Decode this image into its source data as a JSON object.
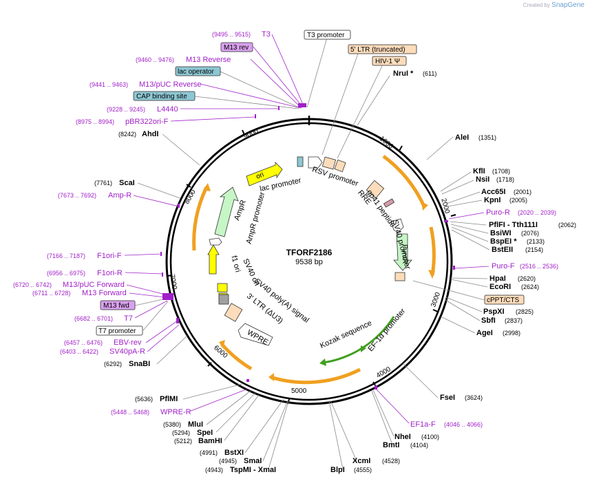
{
  "credit": {
    "prefix": "Created by",
    "brand": "SnapGene"
  },
  "plasmid": {
    "name": "TFORF2186",
    "length": "9538 bp"
  },
  "ticks": [
    "1000",
    "2000",
    "3000",
    "4000",
    "5000",
    "6000",
    "7000",
    "8000",
    "9000"
  ],
  "labels": [
    {
      "range": "(9495 .. 9515)",
      "name": "T3",
      "color": "purple"
    },
    {
      "name": "T3 promoter",
      "box": "white"
    },
    {
      "name": "M13 rev",
      "box": "purple"
    },
    {
      "name": "5' LTR (truncated)",
      "box": "peach"
    },
    {
      "range": "(9460 .. 9476)",
      "name": "M13 Reverse",
      "color": "purple"
    },
    {
      "name": "HIV-1 Ψ",
      "box": "peach"
    },
    {
      "name": "lac operator",
      "box": "teal"
    },
    {
      "name": "NruI *",
      "pos": "(611)",
      "color": "black"
    },
    {
      "range": "(9441 .. 9463)",
      "name": "M13/pUC Reverse",
      "color": "purple"
    },
    {
      "name": "CAP binding site",
      "box": "teal"
    },
    {
      "range": "(9228 .. 9245)",
      "name": "L4440",
      "color": "purple"
    },
    {
      "range": "(8975 .. 8994)",
      "name": "pBR322ori-F",
      "color": "purple"
    },
    {
      "pos": "(8242)",
      "name": "AhdI",
      "color": "black"
    },
    {
      "name": "AleI",
      "pos": "(1351)",
      "color": "black"
    },
    {
      "name": "KflI",
      "pos": "(1708)",
      "color": "black"
    },
    {
      "name": "NsiI",
      "pos": "(1718)",
      "color": "black"
    },
    {
      "pos": "(7761)",
      "name": "ScaI",
      "color": "black"
    },
    {
      "name": "Acc65I",
      "pos": "(2001)",
      "color": "black"
    },
    {
      "range": "(7673 .. 7692)",
      "name": "Amp-R",
      "color": "purple"
    },
    {
      "name": "KpnI",
      "pos": "(2005)",
      "color": "black"
    },
    {
      "name": "Puro-R",
      "pos": "(2020 .. 2039)",
      "color": "purple"
    },
    {
      "name": "PflFI - Tth111I",
      "pos": "(2062)",
      "color": "black"
    },
    {
      "name": "BsiWI",
      "pos": "(2076)",
      "color": "black"
    },
    {
      "name": "BspEI *",
      "pos": "(2133)",
      "color": "black"
    },
    {
      "name": "BstEII",
      "pos": "(2154)",
      "color": "black"
    },
    {
      "range": "(7166 .. 7187)",
      "name": "F1ori-F",
      "color": "purple"
    },
    {
      "name": "Puro-F",
      "pos": "(2516 .. 2536)",
      "color": "purple"
    },
    {
      "range": "(6956 .. 6975)",
      "name": "F1ori-R",
      "color": "purple"
    },
    {
      "name": "HpaI",
      "pos": "(2620)",
      "color": "black"
    },
    {
      "name": "EcoRI",
      "pos": "(2624)",
      "color": "black"
    },
    {
      "range": "(6720 .. 6742)",
      "name": "M13/pUC Forward",
      "color": "purple"
    },
    {
      "range": "(6711 .. 6728)",
      "name": "M13 Forward",
      "color": "purple"
    },
    {
      "name": "cPPT/CTS",
      "box": "peach"
    },
    {
      "name": "M13 fwd",
      "box": "purple"
    },
    {
      "name": "PspXI",
      "pos": "(2825)",
      "color": "black"
    },
    {
      "range": "(6682 .. 6701)",
      "name": "T7",
      "color": "purple"
    },
    {
      "name": "SbfI",
      "pos": "(2837)",
      "color": "black"
    },
    {
      "name": "T7 promoter",
      "box": "white"
    },
    {
      "name": "AgeI",
      "pos": "(2998)",
      "color": "black"
    },
    {
      "range": "(6457 .. 6476)",
      "name": "EBV-rev",
      "color": "purple"
    },
    {
      "range": "(6403 .. 6422)",
      "name": "SV40pA-R",
      "color": "purple"
    },
    {
      "pos": "(6292)",
      "name": "SnaBI",
      "color": "black"
    },
    {
      "pos": "(5636)",
      "name": "PflMI",
      "color": "black"
    },
    {
      "name": "FseI",
      "pos": "(3624)",
      "color": "black"
    },
    {
      "range": "(5448 .. 5468)",
      "name": "WPRE-R",
      "color": "purple"
    },
    {
      "pos": "(5380)",
      "name": "MluI",
      "color": "black"
    },
    {
      "name": "EF1a-F",
      "pos": "(4046 .. 4066)",
      "color": "purple"
    },
    {
      "pos": "(5294)",
      "name": "SpeI",
      "color": "black"
    },
    {
      "pos": "(5212)",
      "name": "BamHI",
      "color": "black"
    },
    {
      "name": "NheI",
      "pos": "(4100)",
      "color": "black"
    },
    {
      "name": "BmtI",
      "pos": "(4104)",
      "color": "black"
    },
    {
      "pos": "(4991)",
      "name": "BstXI",
      "color": "black"
    },
    {
      "pos": "(4945)",
      "name": "SmaI",
      "color": "black"
    },
    {
      "name": "XcmI",
      "pos": "(4528)",
      "color": "black"
    },
    {
      "pos": "(4943)",
      "name": "TspMI - XmaI",
      "color": "black"
    },
    {
      "name": "BlpI",
      "pos": "(4555)",
      "color": "black"
    }
  ],
  "features": [
    {
      "name": "ori",
      "color": "#ffff00",
      "textColor": "#000"
    },
    {
      "name": "lac promoter"
    },
    {
      "name": "RSV promoter"
    },
    {
      "name": "RRE"
    },
    {
      "name": "gp41 peptide"
    },
    {
      "name": "SV40 promoter"
    },
    {
      "name": "PuroR",
      "color": "#c6f5c6"
    },
    {
      "name": "EF-1α promoter"
    },
    {
      "name": "Kozak sequence"
    },
    {
      "name": "WPRE"
    },
    {
      "name": "3' LTR (ΔU3)"
    },
    {
      "name": "SV40 poly(A) signal"
    },
    {
      "name": "SV40 ori"
    },
    {
      "name": "f1 ori",
      "color": "#ffff00"
    },
    {
      "name": "AmpR promoter"
    },
    {
      "name": "AmpR",
      "color": "#c6f5c6"
    }
  ],
  "colors": {
    "purple": "#a020c8",
    "black": "#000000",
    "peach": "#fddcbb",
    "teal": "#8dc7d4",
    "boxPurple": "#d9a0ee",
    "orange": "#f0a020",
    "green": "#40a020"
  }
}
